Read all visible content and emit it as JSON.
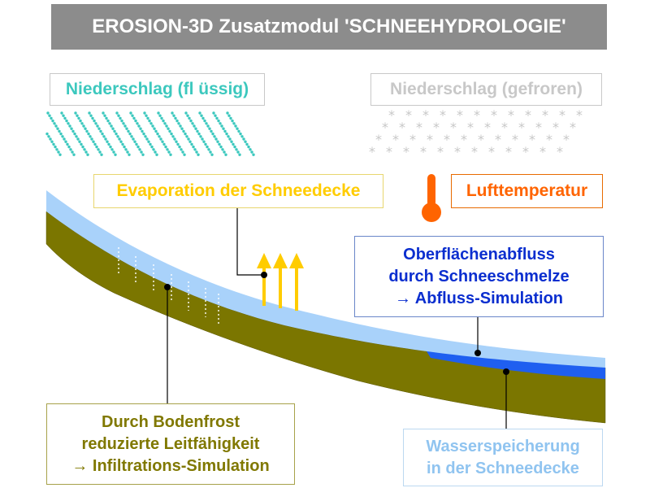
{
  "title": "EROSION-3D Zusatzmodul 'SCHNEEHYDROLOGIE'",
  "labels": {
    "rain": "Niederschlag (fl üssig)",
    "snow": "Niederschlag (gefroren)",
    "evaporation": "Evaporation der Schneedecke",
    "temperature": "Lufttemperatur",
    "runoff": [
      "Oberflächenabfluss",
      "durch Schneeschmelze",
      "→ Abfluss-Simulation"
    ],
    "frost": [
      "Durch Bodenfrost",
      "reduzierte Leitfähigkeit",
      "→ Infiltrations-Simulation"
    ],
    "storage": [
      "Wasserspeicherung",
      "in der Schneedecke"
    ]
  },
  "snow_glyph": "*",
  "icons": {
    "rain": "rain-dots-icon",
    "snow": "snowflake-asterisk-icon",
    "thermometer": "thermometer-icon",
    "evaporation": "up-arrow-icon"
  },
  "colors": {
    "title_bg": "#8c8c8c",
    "rain": "#3cc8be",
    "snow": "#c8c8c8",
    "evaporation": "#ffcc00",
    "temperature": "#ff6400",
    "runoff": "#0a2ecf",
    "frost": "#807800",
    "storage": "#90c4f0",
    "soil": "#7b7600",
    "snowpack": "#a9d2fa",
    "meltwater": "#1f5ff0"
  }
}
